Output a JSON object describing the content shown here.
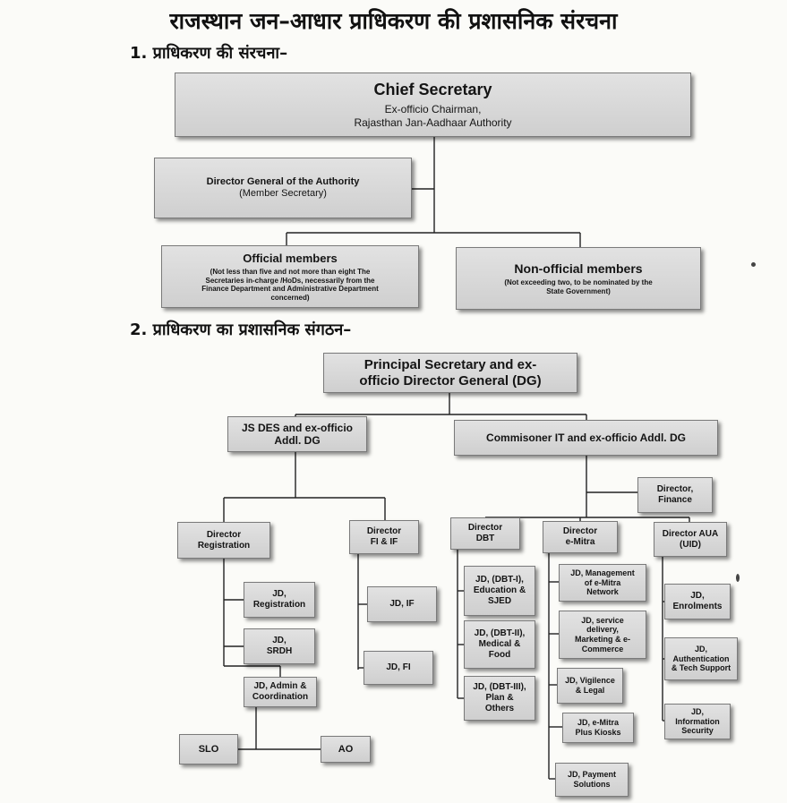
{
  "page": {
    "title": "राजस्थान जन–आधार प्राधिकरण की प्रशासनिक संरचना",
    "section1": "1. प्राधिकरण की संरचना–",
    "section2": "2. प्राधिकरण का प्रशासनिक संगठन–"
  },
  "structure": {
    "chief": {
      "title": "Chief Secretary",
      "line1": "Ex-officio Chairman,",
      "line2": "Rajasthan Jan-Aadhaar Authority"
    },
    "dg_authority": {
      "title": "Director General of the Authority",
      "sub": "(Member Secretary)"
    },
    "official": {
      "title": "Official members",
      "line1": "(Not less than five and not more than eight The",
      "line2": "Secretaries in-charge /HoDs, necessarily from the",
      "line3": "Finance Department and Administrative Department",
      "line4": "concerned)"
    },
    "nonofficial": {
      "title": "Non-official members",
      "line1": "(Not exceeding two, to be nominated by the",
      "line2": "State Government)"
    }
  },
  "organization": {
    "ps": {
      "line1": "Principal Secretary and ex-",
      "line2": "officio Director General (DG)"
    },
    "js": {
      "line1": "JS DES and ex-officio",
      "line2": "Addl. DG"
    },
    "commissioner": {
      "line1": "Commisoner IT and ex-officio Addl. DG"
    },
    "dir_finance": {
      "line1": "Director,",
      "line2": "Finance"
    },
    "dir_registration": {
      "line1": "Director",
      "line2": "Registration"
    },
    "dir_fiif": {
      "line1": "Director",
      "line2": "FI & IF"
    },
    "dir_dbt": {
      "line1": "Director",
      "line2": "DBT"
    },
    "dir_emitra": {
      "line1": "Director",
      "line2": "e-Mitra"
    },
    "dir_aua": {
      "line1": "Director AUA",
      "line2": "(UID)"
    },
    "jd_registration": {
      "line1": "JD,",
      "line2": "Registration"
    },
    "jd_srdh": {
      "line1": "JD,",
      "line2": "SRDH"
    },
    "jd_admin": {
      "line1": "JD, Admin &",
      "line2": "Coordination"
    },
    "slo": {
      "line1": "SLO"
    },
    "ao": {
      "line1": "AO"
    },
    "jd_if": {
      "line1": "JD, IF"
    },
    "jd_fi": {
      "line1": "JD, FI"
    },
    "jd_dbt1": {
      "line1": "JD, (DBT-I),",
      "line2": "Education &",
      "line3": "SJED"
    },
    "jd_dbt2": {
      "line1": "JD, (DBT-II),",
      "line2": "Medical &",
      "line3": "Food"
    },
    "jd_dbt3": {
      "line1": "JD, (DBT-III),",
      "line2": "Plan &",
      "line3": "Others"
    },
    "jd_mgmt": {
      "line1": "JD, Management",
      "line2": "of e-Mitra",
      "line3": "Network"
    },
    "jd_service": {
      "line1": "JD, service",
      "line2": "delivery,",
      "line3": "Marketing & e-",
      "line4": "Commerce"
    },
    "jd_vigilence": {
      "line1": "JD, Vigilence",
      "line2": "& Legal"
    },
    "jd_kiosks": {
      "line1": "JD, e-Mitra",
      "line2": "Plus Kiosks"
    },
    "jd_payment": {
      "line1": "JD, Payment",
      "line2": "Solutions"
    },
    "jd_enrolments": {
      "line1": "JD,",
      "line2": "Enrolments"
    },
    "jd_auth": {
      "line1": "JD,",
      "line2": "Authentication",
      "line3": "& Tech Support"
    },
    "jd_infosec": {
      "line1": "JD,",
      "line2": "Information",
      "line3": "Security"
    }
  }
}
